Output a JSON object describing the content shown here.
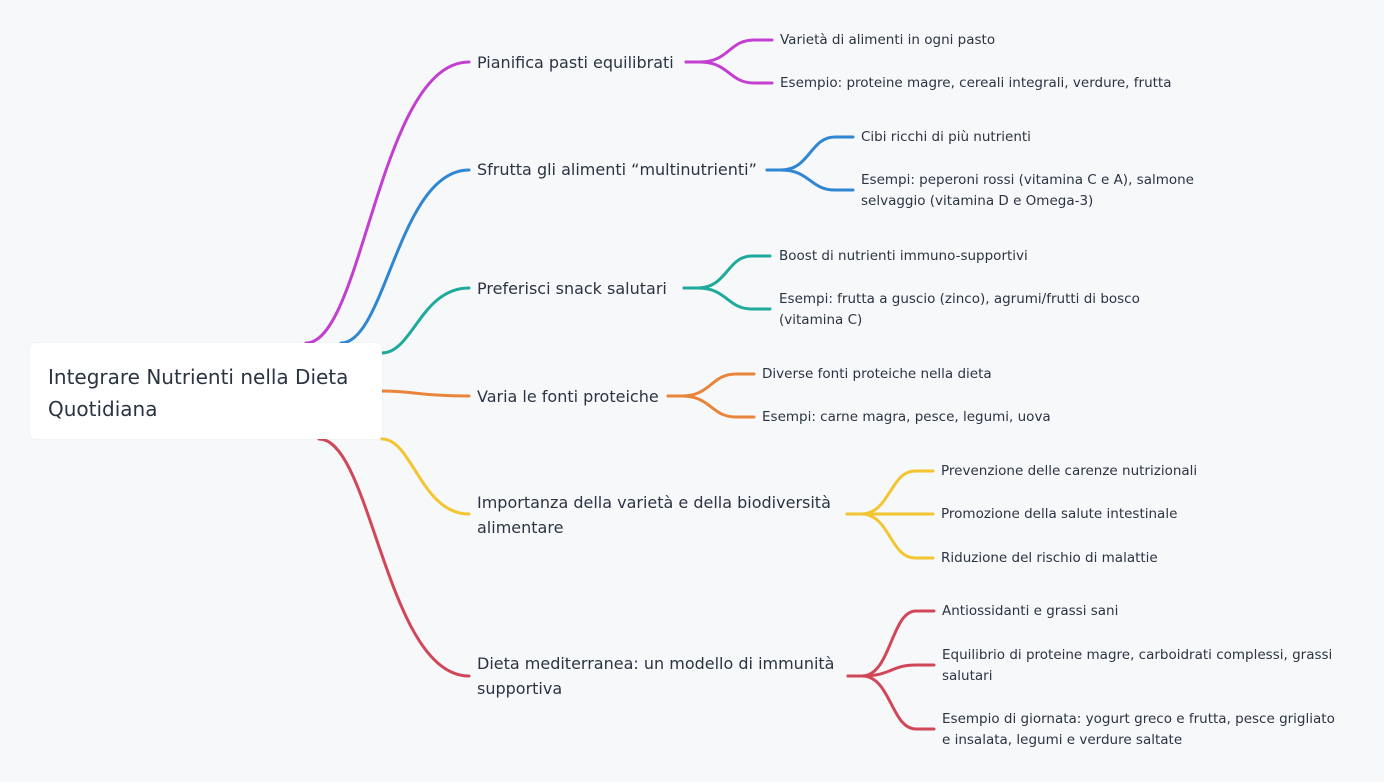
{
  "root": {
    "title": "Integrare Nutrienti nella Dieta Quotidiana"
  },
  "colors": {
    "b0": "#c23fcf",
    "b1": "#2f86d2",
    "b2": "#1faa9b",
    "b3": "#e8853a",
    "b4": "#f2c531",
    "b5": "#d1475a"
  },
  "branches": [
    {
      "label": "Pianifica pasti equilibrati",
      "children": [
        "Varietà di alimenti in ogni pasto",
        "Esempio: proteine magre, cereali integrali, verdure, frutta"
      ]
    },
    {
      "label": "Sfrutta gli alimenti “multinutrienti”",
      "children": [
        "Cibi ricchi di più nutrienti",
        "Esempi: peperoni rossi (vitamina C e A), salmone selvaggio (vitamina D e Omega-3)"
      ]
    },
    {
      "label": "Preferisci snack salutari",
      "children": [
        "Boost di nutrienti immuno-supportivi",
        "Esempi: frutta a guscio (zinco), agrumi/frutti di bosco (vitamina C)"
      ]
    },
    {
      "label": "Varia le fonti proteiche",
      "children": [
        "Diverse fonti proteiche nella dieta",
        "Esempi: carne magra, pesce, legumi, uova"
      ]
    },
    {
      "label": "Importanza della varietà e della biodiversità alimentare",
      "children": [
        "Prevenzione delle carenze nutrizionali",
        "Promozione della salute intestinale",
        "Riduzione del rischio di malattie"
      ]
    },
    {
      "label": "Dieta mediterranea: un modello di immunità supportiva",
      "children": [
        "Antiossidanti e grassi sani",
        "Equilibrio di proteine magre, carboidrati complessi, grassi salutari",
        "Esempio di giornata: yogurt greco e frutta, pesce grigliato e insalata, legumi e verdure saltate"
      ]
    }
  ]
}
